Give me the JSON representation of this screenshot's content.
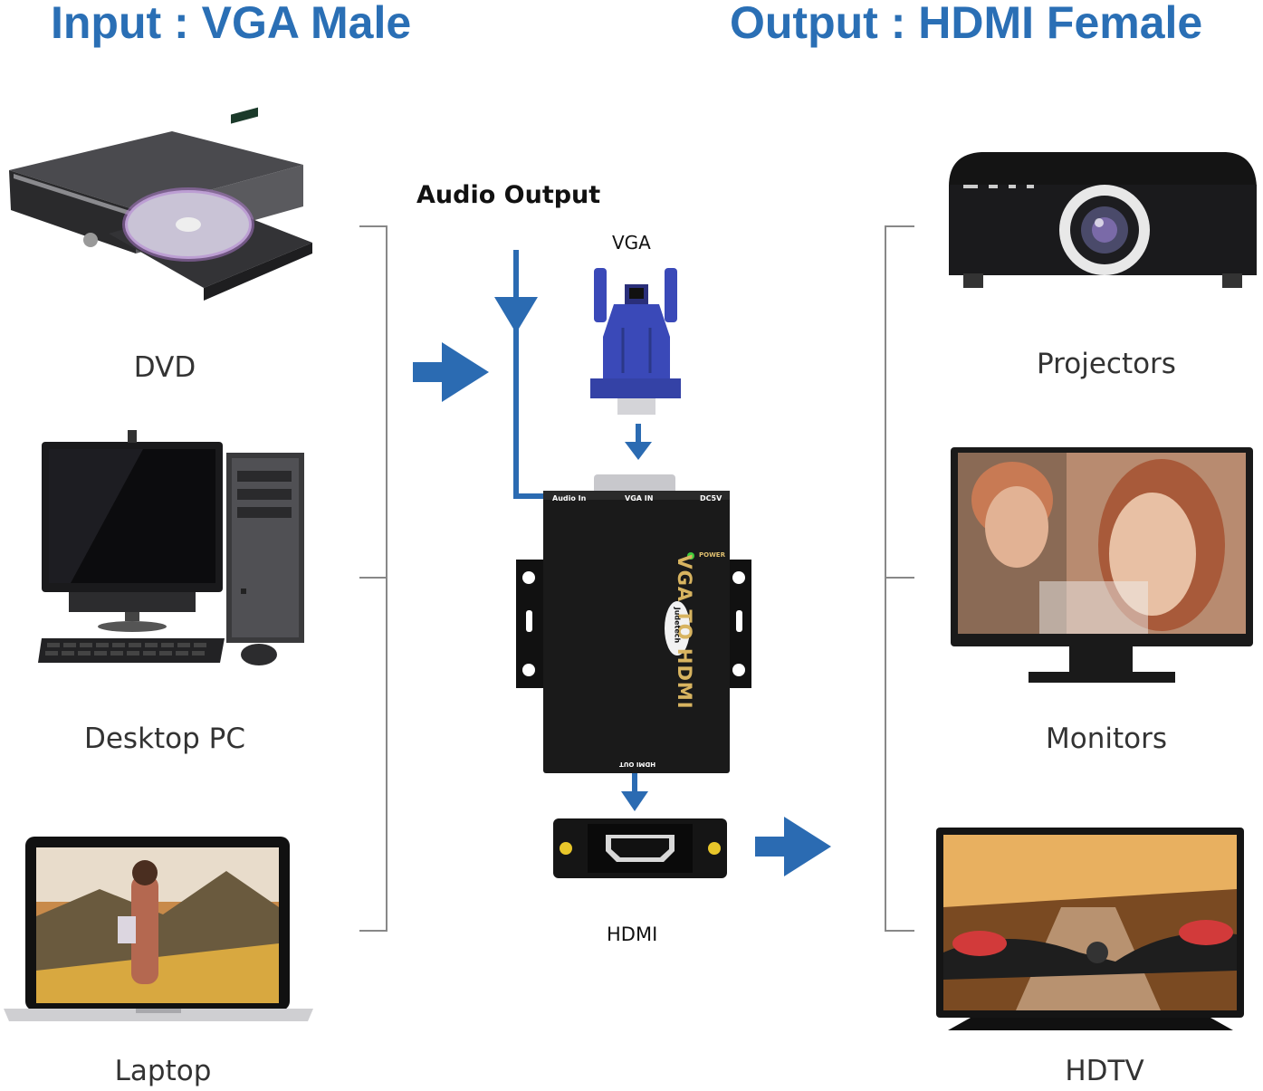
{
  "titles": {
    "input": "Input : VGA Male",
    "output": "Output : HDMI Female"
  },
  "inputs": [
    {
      "label": "DVD",
      "icon": "dvd-player-icon"
    },
    {
      "label": "Desktop PC",
      "icon": "desktop-pc-icon"
    },
    {
      "label": "Laptop",
      "icon": "laptop-icon"
    }
  ],
  "outputs": [
    {
      "label": "Projectors",
      "icon": "projector-icon"
    },
    {
      "label": "Monitors",
      "icon": "monitor-icon"
    },
    {
      "label": "HDTV",
      "icon": "hdtv-icon"
    }
  ],
  "center": {
    "audio_output": "Audio Output",
    "vga": "VGA",
    "hdmi": "HDMI",
    "device": {
      "name": "VGA TO HDMI",
      "brand": "Judetech",
      "port_audio": "Audio In",
      "port_vga": "VGA IN",
      "port_dc": "DC5V",
      "power": "POWER",
      "hdmi_out": "HDMI OUT"
    }
  },
  "colors": {
    "accent": "#2a6fb5",
    "arrow": "#2b6bb2",
    "bracket": "#888888",
    "device_body": "#1a1a1a",
    "device_text": "#d8b460",
    "vga_blue": "#3a49b8"
  }
}
